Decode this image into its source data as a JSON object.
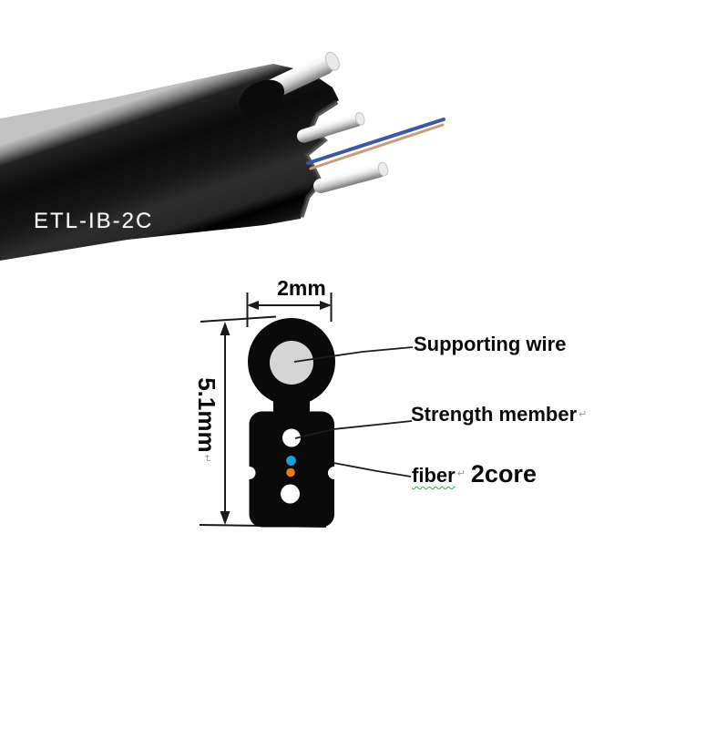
{
  "photo": {
    "model_label": "ETL-IB-2C"
  },
  "diagram": {
    "dim_width": "2mm",
    "dim_height": "5.1mm",
    "labels": {
      "supporting_wire": "Supporting wire",
      "strength_member": "Strength member",
      "fiber": "fiber",
      "fiber_count": "2core"
    },
    "artifact_mark": "↵"
  },
  "colors": {
    "jacket_black": "#0a0a0a",
    "supporting_wire_gray": "#d5d5d5",
    "strength_member_white": "#ffffff",
    "fiber_blue_dot": "#1a9fdc",
    "fiber_orange_dot": "#e87a18",
    "photo_fiber_blue": "#3b57a5",
    "photo_fiber_tan": "#c79b7c"
  }
}
